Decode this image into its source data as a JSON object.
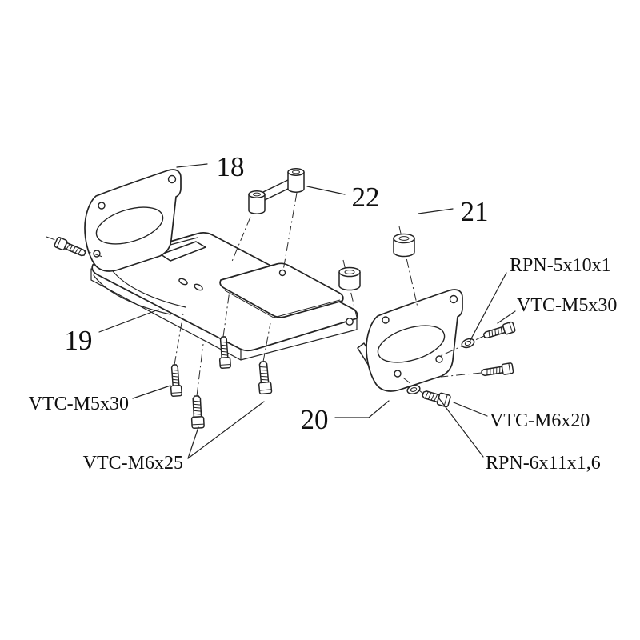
{
  "figure": {
    "type": "exploded-assembly-diagram",
    "background": "#ffffff",
    "line_color": "#242424",
    "callouts": {
      "p18": "18",
      "p19": "19",
      "p20": "20",
      "p21": "21",
      "p22": "22"
    },
    "hardware": {
      "rpn_5x10x1": "RPN-5x10x1",
      "vtc_m5x30_right": "VTC-M5x30",
      "vtc_m5x30_left": "VTC-M5x30",
      "vtc_m6x25": "VTC-M6x25",
      "vtc_m6x20": "VTC-M6x20",
      "rpn_6x11x16": "RPN-6x11x1,6"
    }
  }
}
